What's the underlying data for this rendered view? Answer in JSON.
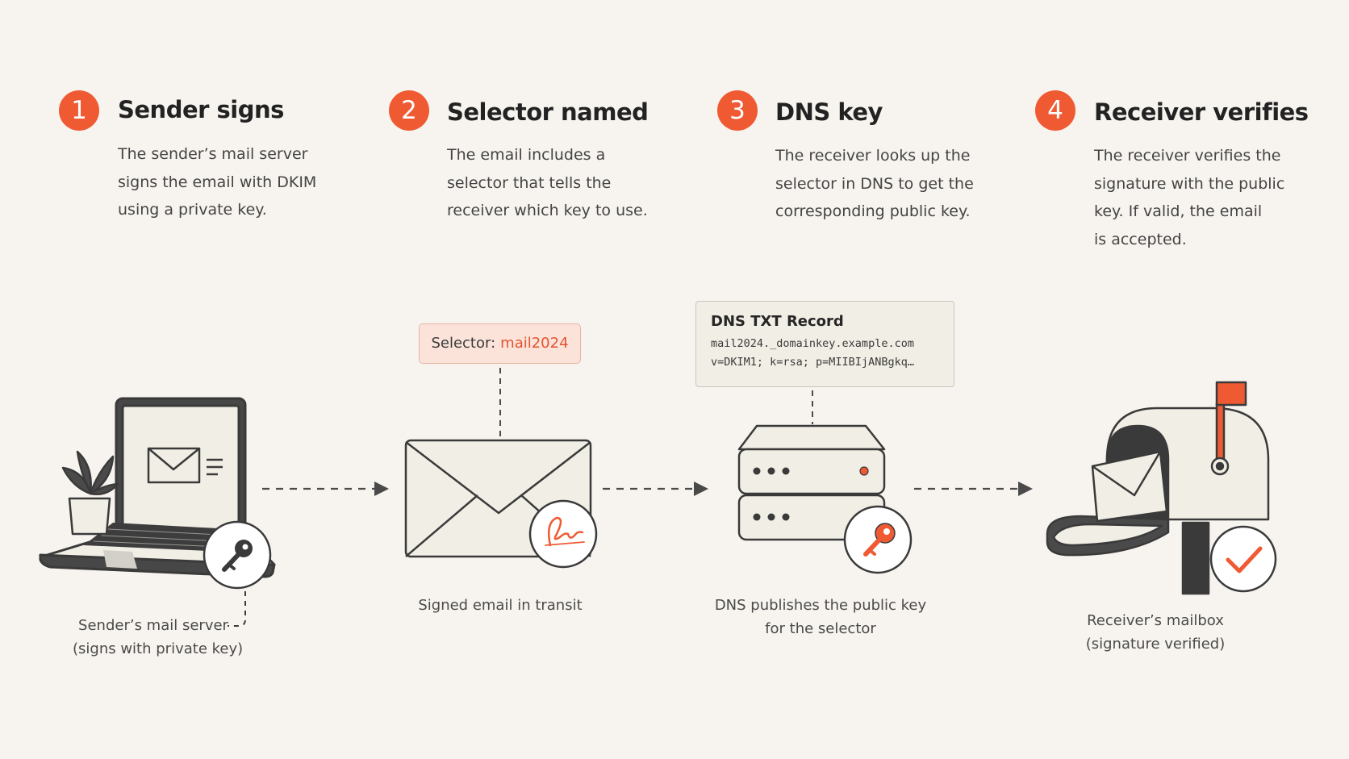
{
  "steps": [
    {
      "number": "1",
      "title": "Sender signs",
      "description": [
        "The sender’s mail server",
        "signs the email with DKIM",
        "using a private key."
      ]
    },
    {
      "number": "2",
      "title": "Selector named",
      "description": [
        "The email includes a",
        "selector that tells the",
        "receiver which key to use."
      ]
    },
    {
      "number": "3",
      "title": "DNS key",
      "description": [
        "The receiver looks up the",
        "selector in DNS to get the",
        "corresponding public key."
      ]
    },
    {
      "number": "4",
      "title": "Receiver verifies",
      "description": [
        "The receiver verifies the",
        "signature with the public",
        "key. If valid, the email",
        "is accepted."
      ]
    }
  ],
  "selector": {
    "label": "Selector:",
    "value": "mail2024"
  },
  "dns_record": {
    "title": "DNS TXT Record",
    "lines": [
      "mail2024._domainkey.example.com",
      "v=DKIM1; k=rsa; p=MIIBIjANBgkq…"
    ]
  },
  "captions": {
    "sender": [
      "Sender’s mail server",
      "(signs with private key)"
    ],
    "email": [
      "Signed email in transit"
    ],
    "dns": [
      "DNS publishes the public key",
      "for the selector"
    ],
    "receiver": [
      "Receiver’s mailbox",
      "(signature verified)"
    ]
  },
  "icons": {
    "sender": [
      "laptop-icon",
      "plant-icon",
      "mail-icon",
      "key-icon"
    ],
    "email": [
      "envelope-icon",
      "signature-icon"
    ],
    "dns": [
      "server-icon",
      "key-icon"
    ],
    "receiver": [
      "mailbox-icon",
      "flag-icon",
      "checkmark-icon"
    ],
    "connector": "arrow-right-icon"
  },
  "colors": {
    "accent": "#ef5a33",
    "background": "#f7f4ef",
    "outline": "#3a3a3a",
    "illustration_fill": "#f1eee5",
    "selector_fill": "#fbe3da"
  }
}
